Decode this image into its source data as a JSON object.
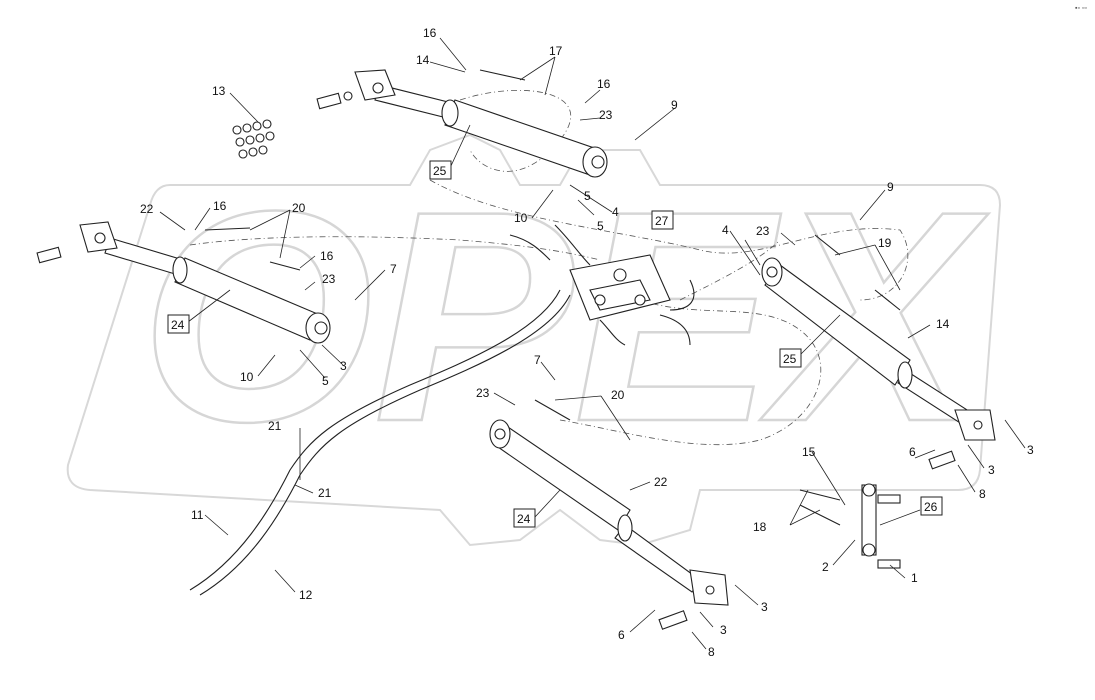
{
  "watermark": {
    "text": "OPEX"
  },
  "corner_mark": "▪▫ ▫▫",
  "callouts": {
    "c1": "1",
    "c2": "2",
    "c3a": "3",
    "c3b": "3",
    "c3c": "3",
    "c3d": "3",
    "c3e": "3",
    "c4a": "4",
    "c4b": "4",
    "c5a": "5",
    "c5b": "5",
    "c5c": "5",
    "c6a": "6",
    "c6b": "6",
    "c7a": "7",
    "c7b": "7",
    "c8a": "8",
    "c8b": "8",
    "c9a": "9",
    "c9b": "9",
    "c10a": "10",
    "c10b": "10",
    "c11": "11",
    "c12": "12",
    "c13": "13",
    "c14a": "14",
    "c14b": "14",
    "c15": "15",
    "c16a": "16",
    "c16b": "16",
    "c16c": "16",
    "c16d": "16",
    "c17": "17",
    "c18": "18",
    "c19": "19",
    "c20a": "20",
    "c20b": "20",
    "c21a": "21",
    "c21b": "21",
    "c22a": "22",
    "c22b": "22",
    "c23a": "23",
    "c23b": "23",
    "c23c": "23",
    "c23d": "23",
    "c24a": "24",
    "c24b": "24",
    "c25a": "25",
    "c25b": "25",
    "c26": "26",
    "c27": "27"
  }
}
